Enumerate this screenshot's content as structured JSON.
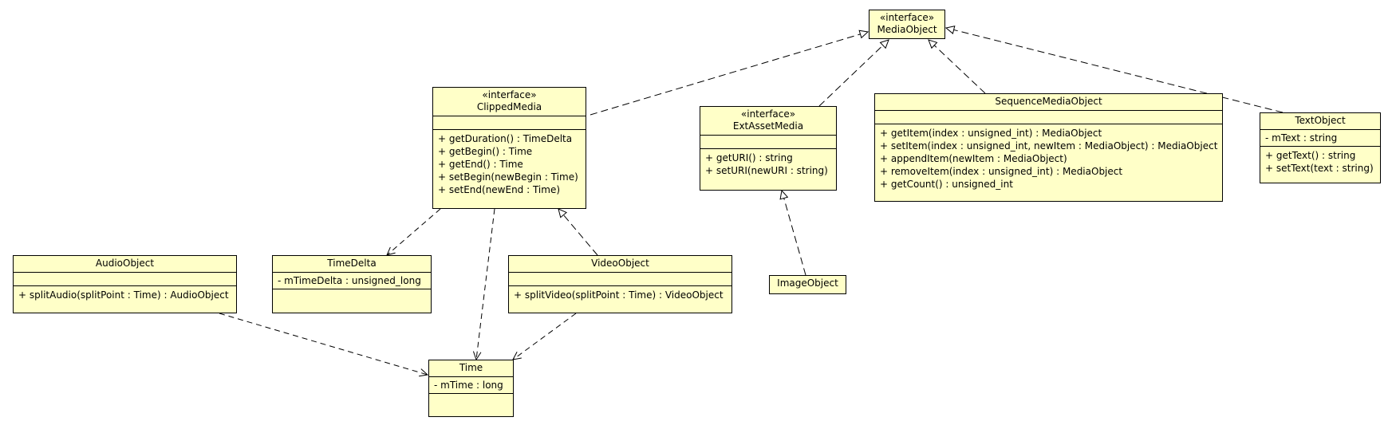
{
  "classes": {
    "media_object": {
      "stereotype": "«interface»",
      "name": "MediaObject",
      "attributes": [],
      "operations": []
    },
    "clipped_media": {
      "stereotype": "«interface»",
      "name": "ClippedMedia",
      "attributes": [],
      "operations": [
        "+ getDuration() : TimeDelta",
        "+ getBegin() : Time",
        "+ getEnd() : Time",
        "+ setBegin(newBegin : Time)",
        "+ setEnd(newEnd : Time)"
      ]
    },
    "ext_asset_media": {
      "stereotype": "«interface»",
      "name": "ExtAssetMedia",
      "attributes": [],
      "operations": [
        "+ getURI() : string",
        "+ setURI(newURI : string)"
      ]
    },
    "sequence_media_object": {
      "stereotype": "",
      "name": "SequenceMediaObject",
      "attributes": [],
      "operations": [
        "+ getItem(index : unsigned_int) : MediaObject",
        "+ setItem(index : unsigned_int, newItem : MediaObject) : MediaObject",
        "+ appendItem(newItem : MediaObject)",
        "+ removeItem(index : unsigned_int) : MediaObject",
        "+ getCount() : unsigned_int"
      ]
    },
    "text_object": {
      "stereotype": "",
      "name": "TextObject",
      "attributes": [
        "- mText : string"
      ],
      "operations": [
        "+ getText() : string",
        "+ setText(text : string)"
      ]
    },
    "audio_object": {
      "stereotype": "",
      "name": "AudioObject",
      "attributes": [],
      "operations": [
        "+ splitAudio(splitPoint : Time) : AudioObject"
      ]
    },
    "time_delta": {
      "stereotype": "",
      "name": "TimeDelta",
      "attributes": [
        "- mTimeDelta : unsigned_long"
      ],
      "operations": []
    },
    "video_object": {
      "stereotype": "",
      "name": "VideoObject",
      "attributes": [],
      "operations": [
        "+ splitVideo(splitPoint : Time) : VideoObject"
      ]
    },
    "image_object": {
      "stereotype": "",
      "name": "ImageObject",
      "attributes": [],
      "operations": []
    },
    "time": {
      "stereotype": "",
      "name": "Time",
      "attributes": [
        "- mTime : long"
      ],
      "operations": []
    }
  },
  "relations": [
    {
      "from": "clipped_media",
      "to": "media_object",
      "kind": "realization"
    },
    {
      "from": "ext_asset_media",
      "to": "media_object",
      "kind": "realization"
    },
    {
      "from": "sequence_media_object",
      "to": "media_object",
      "kind": "realization"
    },
    {
      "from": "text_object",
      "to": "media_object",
      "kind": "realization"
    },
    {
      "from": "video_object",
      "to": "clipped_media",
      "kind": "realization"
    },
    {
      "from": "image_object",
      "to": "ext_asset_media",
      "kind": "realization"
    },
    {
      "from": "clipped_media",
      "to": "time_delta",
      "kind": "dependency"
    },
    {
      "from": "clipped_media",
      "to": "time",
      "kind": "dependency"
    },
    {
      "from": "audio_object",
      "to": "time",
      "kind": "dependency"
    },
    {
      "from": "video_object",
      "to": "time",
      "kind": "dependency"
    }
  ]
}
